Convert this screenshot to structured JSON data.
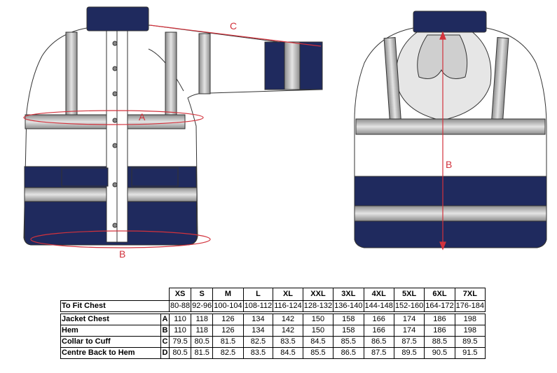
{
  "diagram": {
    "labels": {
      "a": "A",
      "b_front": "B",
      "b_back": "B",
      "c": "C"
    },
    "colors": {
      "navy": "#1f2a5e",
      "reflective": "#b4b4b4",
      "outline": "#333333",
      "dimension": "#d2323c",
      "fabric": "#ffffff"
    }
  },
  "table": {
    "sizes": [
      "XS",
      "S",
      "M",
      "L",
      "XL",
      "XXL",
      "3XL",
      "4XL",
      "5XL",
      "6XL",
      "7XL"
    ],
    "fit_chest": {
      "label": "To Fit Chest",
      "values": [
        "80-88",
        "92-96",
        "100-104",
        "108-112",
        "116-124",
        "128-132",
        "136-140",
        "144-148",
        "152-160",
        "164-172",
        "176-184"
      ]
    },
    "rows": [
      {
        "label": "Jacket Chest",
        "letter": "A",
        "values": [
          "110",
          "118",
          "126",
          "134",
          "142",
          "150",
          "158",
          "166",
          "174",
          "186",
          "198"
        ]
      },
      {
        "label": "Hem",
        "letter": "B",
        "values": [
          "110",
          "118",
          "126",
          "134",
          "142",
          "150",
          "158",
          "166",
          "174",
          "186",
          "198"
        ]
      },
      {
        "label": "Collar to Cuff",
        "letter": "C",
        "values": [
          "79.5",
          "80.5",
          "81.5",
          "82.5",
          "83.5",
          "84.5",
          "85.5",
          "86.5",
          "87.5",
          "88.5",
          "89.5"
        ]
      },
      {
        "label": "Centre Back to Hem",
        "letter": "D",
        "values": [
          "80.5",
          "81.5",
          "82.5",
          "83.5",
          "84.5",
          "85.5",
          "86.5",
          "87.5",
          "89.5",
          "90.5",
          "91.5"
        ]
      }
    ]
  }
}
